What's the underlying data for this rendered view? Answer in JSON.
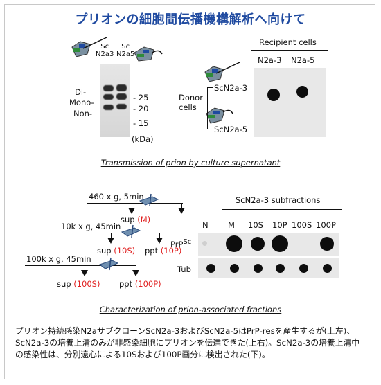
{
  "title": "プリオンの細胞間伝播機構解析へ向けて",
  "western": {
    "lanes": [
      "Sc\nN2a3",
      "Sc\nN2a5"
    ],
    "bands": [
      "Di-",
      "Mono-",
      "Non-"
    ],
    "markers": [
      "- 25",
      "- 20",
      "- 15"
    ],
    "unit": "(kDa)"
  },
  "transmission": {
    "header": "Recipient cells",
    "columns": [
      "N2a-3",
      "N2a-5"
    ],
    "donor_label": "Donor\ncells",
    "donors": [
      "ScN2a-3",
      "ScN2a-5"
    ]
  },
  "caption1": "Transmission of prion by culture supernatant",
  "fractionation": {
    "steps": [
      "460 x g, 5min",
      "10k x g, 45min",
      "100k x g, 45min"
    ],
    "sup1": "sup",
    "sup1_tag": "(M)",
    "sup2": "sup",
    "sup2_tag": "(10S)",
    "ppt2": "ppt",
    "ppt2_tag": "(10P)",
    "sup3": "sup",
    "sup3_tag": "(100S)",
    "ppt3": "ppt",
    "ppt3_tag": "(100P)"
  },
  "subfractions": {
    "header": "ScN2a-3 subfractions",
    "columns": [
      "N",
      "M",
      "10S",
      "10P",
      "100S",
      "100P"
    ],
    "rows": [
      "PrP",
      "Tub"
    ],
    "prp_sup": "Sc"
  },
  "caption2": "Characterization of prion-associated fractions",
  "paragraph": "プリオン持続感染N2aサブクローンScN2a-3およびScN2a-5はPrP-resを産生するが(上左)、ScN2a-3の培養上清のみが非感染細胞にプリオンを伝達できた(上右)。ScN2a-3の培養上清中の感染性は、分別遠心による10Sおよび100P画分に検出された(下)。"
}
